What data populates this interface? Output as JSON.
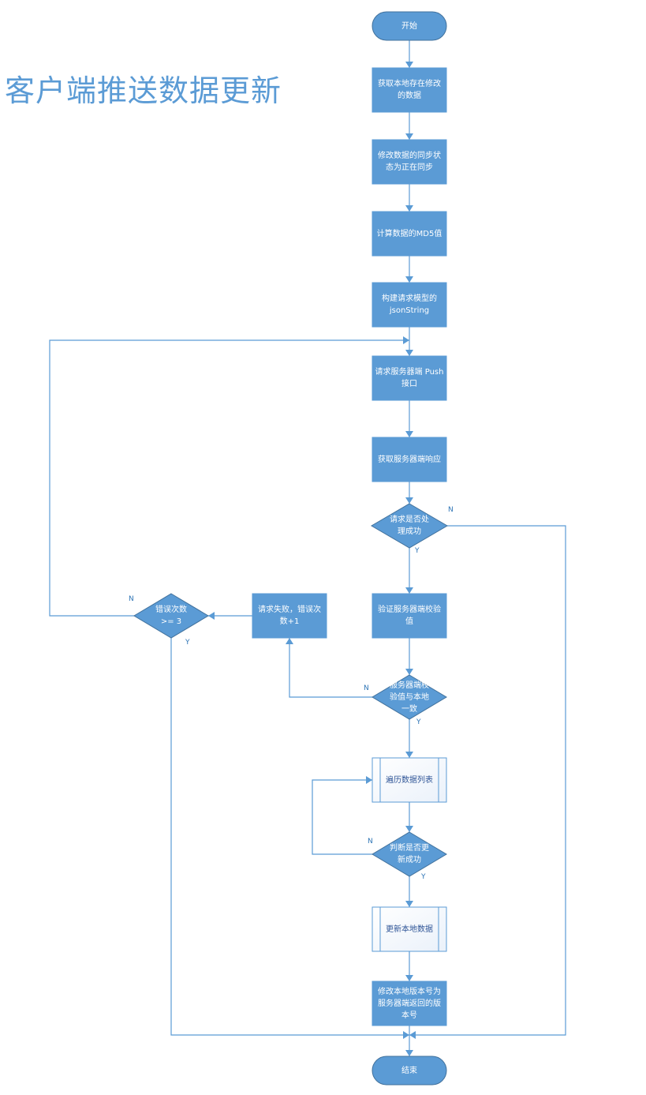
{
  "title": "客户端推送数据更新",
  "nodes": {
    "start": "开始",
    "get_local": "获取本地存在修改的数据",
    "set_sync": "修改数据的同步状态为正在同步",
    "calc_md5": "计算数据的MD5值",
    "build_json": "构建请求模型的jsonString",
    "request_push": "请求服务器端 Push接口",
    "get_response": "获取服务器端响应",
    "is_success": "请求是否处理成功",
    "verify": "验证服务器端校验值",
    "fail_count": "请求失败，错误次数+1",
    "error_check": "错误次数 >= 3",
    "check_equal": "服务器端校验值与本地一致",
    "traverse": "遍历数据列表",
    "update_ok": "判断是否更新成功",
    "update_local": "更新本地数据",
    "set_version": "修改本地版本号为服务器端返回的版本号",
    "end": "结束"
  },
  "labels": {
    "yes": "Y",
    "no": "N"
  },
  "colors": {
    "fill": "#5b9bd5",
    "stroke": "#41719c",
    "line": "#5b9bd5",
    "subprocess_fill": "#ffffff"
  }
}
